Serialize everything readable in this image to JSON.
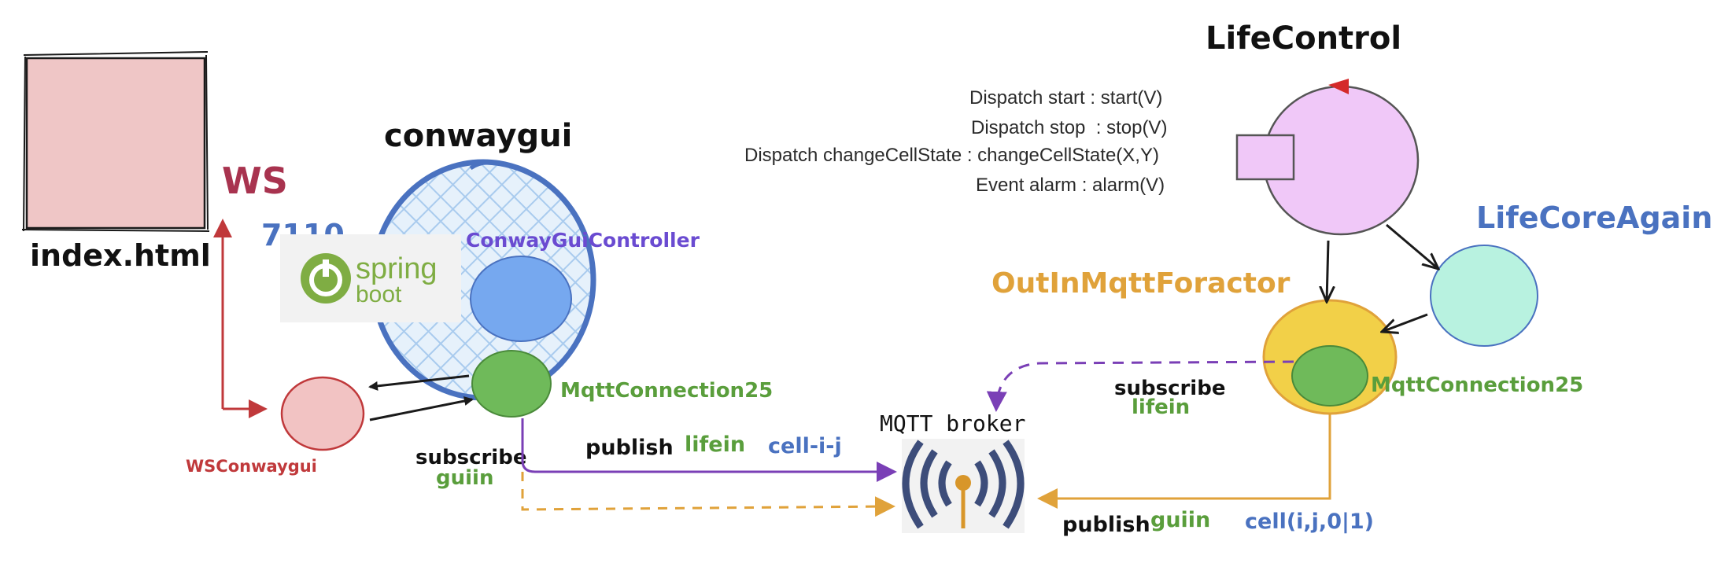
{
  "colors": {
    "red": "#c0393b",
    "blue": "#4a72c0",
    "green": "#5a9e3c",
    "purple": "#7a3fb6",
    "orange": "#d8962a",
    "gray_text": "#2b2b2b",
    "violet_label": "#6a4bd1"
  },
  "labels": {
    "index_html": "index.html",
    "ws": "WS",
    "port": "7110",
    "conwaygui": "conwaygui",
    "conway_controller": "ConwayGuiController",
    "spring": "spring",
    "boot": "boot",
    "mqtt_connection_left": "MqttConnection25",
    "ws_conwaygui": "WSConwaygui",
    "subscribe_left": "subscribe",
    "guiin_left": "guiin",
    "publish_left": "publish",
    "lifein_left": "lifein",
    "cell_ij": "cell-i-j",
    "mqtt_broker": "MQTT broker",
    "life_control": "LifeControl",
    "dispatch_start": "Dispatch start : start(V)",
    "dispatch_stop": "Dispatch stop  : stop(V)",
    "dispatch_change": "Dispatch changeCellState : changeCellState(X,Y)",
    "event_alarm": "Event alarm : alarm(V)",
    "life_core_again": "LifeCoreAgain",
    "outin_mqtt": "OutInMqttForactor",
    "mqtt_connection_right": "MqttConnection25",
    "subscribe_right": "subscribe",
    "lifein_right": "lifein",
    "publish_right": "publish",
    "guiin_right": "guiin",
    "cell_result": "cell(i,j,0|1)"
  }
}
